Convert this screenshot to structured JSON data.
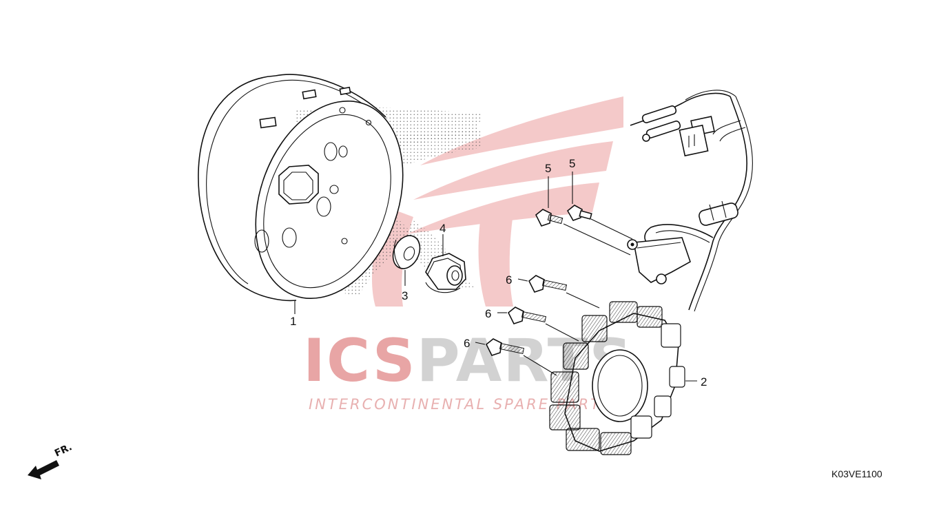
{
  "diagram": {
    "code": "K03VE1100",
    "direction_label": "FR."
  },
  "watermark": {
    "brand_part1": "ICS",
    "brand_part2": "PARTS",
    "tagline": "INTERCONTINENTAL SPARE PARTS",
    "colors": {
      "red": "#e8a5a5",
      "grey": "#d2d2d2"
    }
  },
  "callouts": [
    {
      "id": "callout-1",
      "label": "1",
      "part": "flywheel"
    },
    {
      "id": "callout-2",
      "label": "2",
      "part": "stator"
    },
    {
      "id": "callout-3",
      "label": "3",
      "part": "washer"
    },
    {
      "id": "callout-4",
      "label": "4",
      "part": "flange-nut"
    },
    {
      "id": "callout-5a",
      "label": "5",
      "part": "screw"
    },
    {
      "id": "callout-5b",
      "label": "5",
      "part": "screw"
    },
    {
      "id": "callout-6a",
      "label": "6",
      "part": "bolt"
    },
    {
      "id": "callout-6b",
      "label": "6",
      "part": "bolt"
    },
    {
      "id": "callout-6c",
      "label": "6",
      "part": "bolt"
    }
  ]
}
